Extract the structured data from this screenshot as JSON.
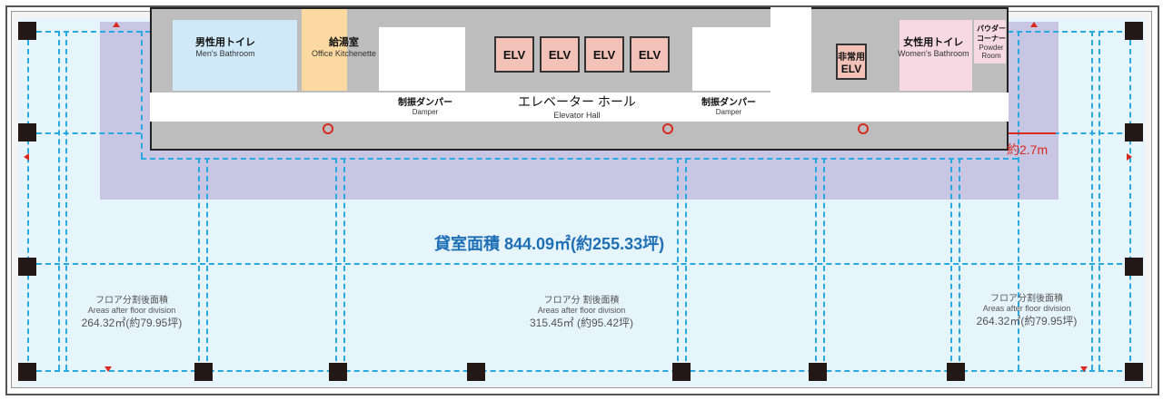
{
  "plan": {
    "total_area": "貸室面積 844.09㎡(約255.33坪)",
    "rooms": {
      "mens_bathroom": {
        "jp": "男性用トイレ",
        "en": "Men's Bathroom"
      },
      "office_kitchenette": {
        "jp": "給湯室",
        "en": "Office Kitchenette"
      },
      "elevators": [
        "ELV",
        "ELV",
        "ELV",
        "ELV"
      ],
      "emergency_elevator": {
        "jp": "非常用",
        "en": "ELV"
      },
      "womens_bathroom": {
        "jp": "女性用トイレ",
        "en": "Women's Bathroom"
      },
      "powder_room": {
        "jp": "パウダーコーナー",
        "en": "Powder Room"
      },
      "elevator_hall": {
        "jp": "エレベーター ホール",
        "en": "Elevator Hall"
      },
      "damper_left": {
        "jp": "制振ダンパー",
        "en": "Damper"
      },
      "damper_right": {
        "jp": "制振ダンパー",
        "en": "Damper"
      }
    },
    "dimension": "約2.7m",
    "divisions": [
      {
        "jp": "フロア分割後面積",
        "en": "Areas after floor division",
        "value": "264.32㎡(約79.95坪)"
      },
      {
        "jp": "フロア分 割後面積",
        "en": "Areas after  floor division",
        "value": "315.45㎡ (約95.42坪)"
      },
      {
        "jp": "フロア分割後面積",
        "en": "Areas after floor division",
        "value": "264.32㎡(約79.95坪)"
      }
    ],
    "colors": {
      "office_floor": "#e6f4fc",
      "core_band": "#c8c6e2",
      "grid_line": "#29a9e0",
      "accent_red": "#d82a21",
      "total_area_text": "#1f6fb5"
    }
  }
}
